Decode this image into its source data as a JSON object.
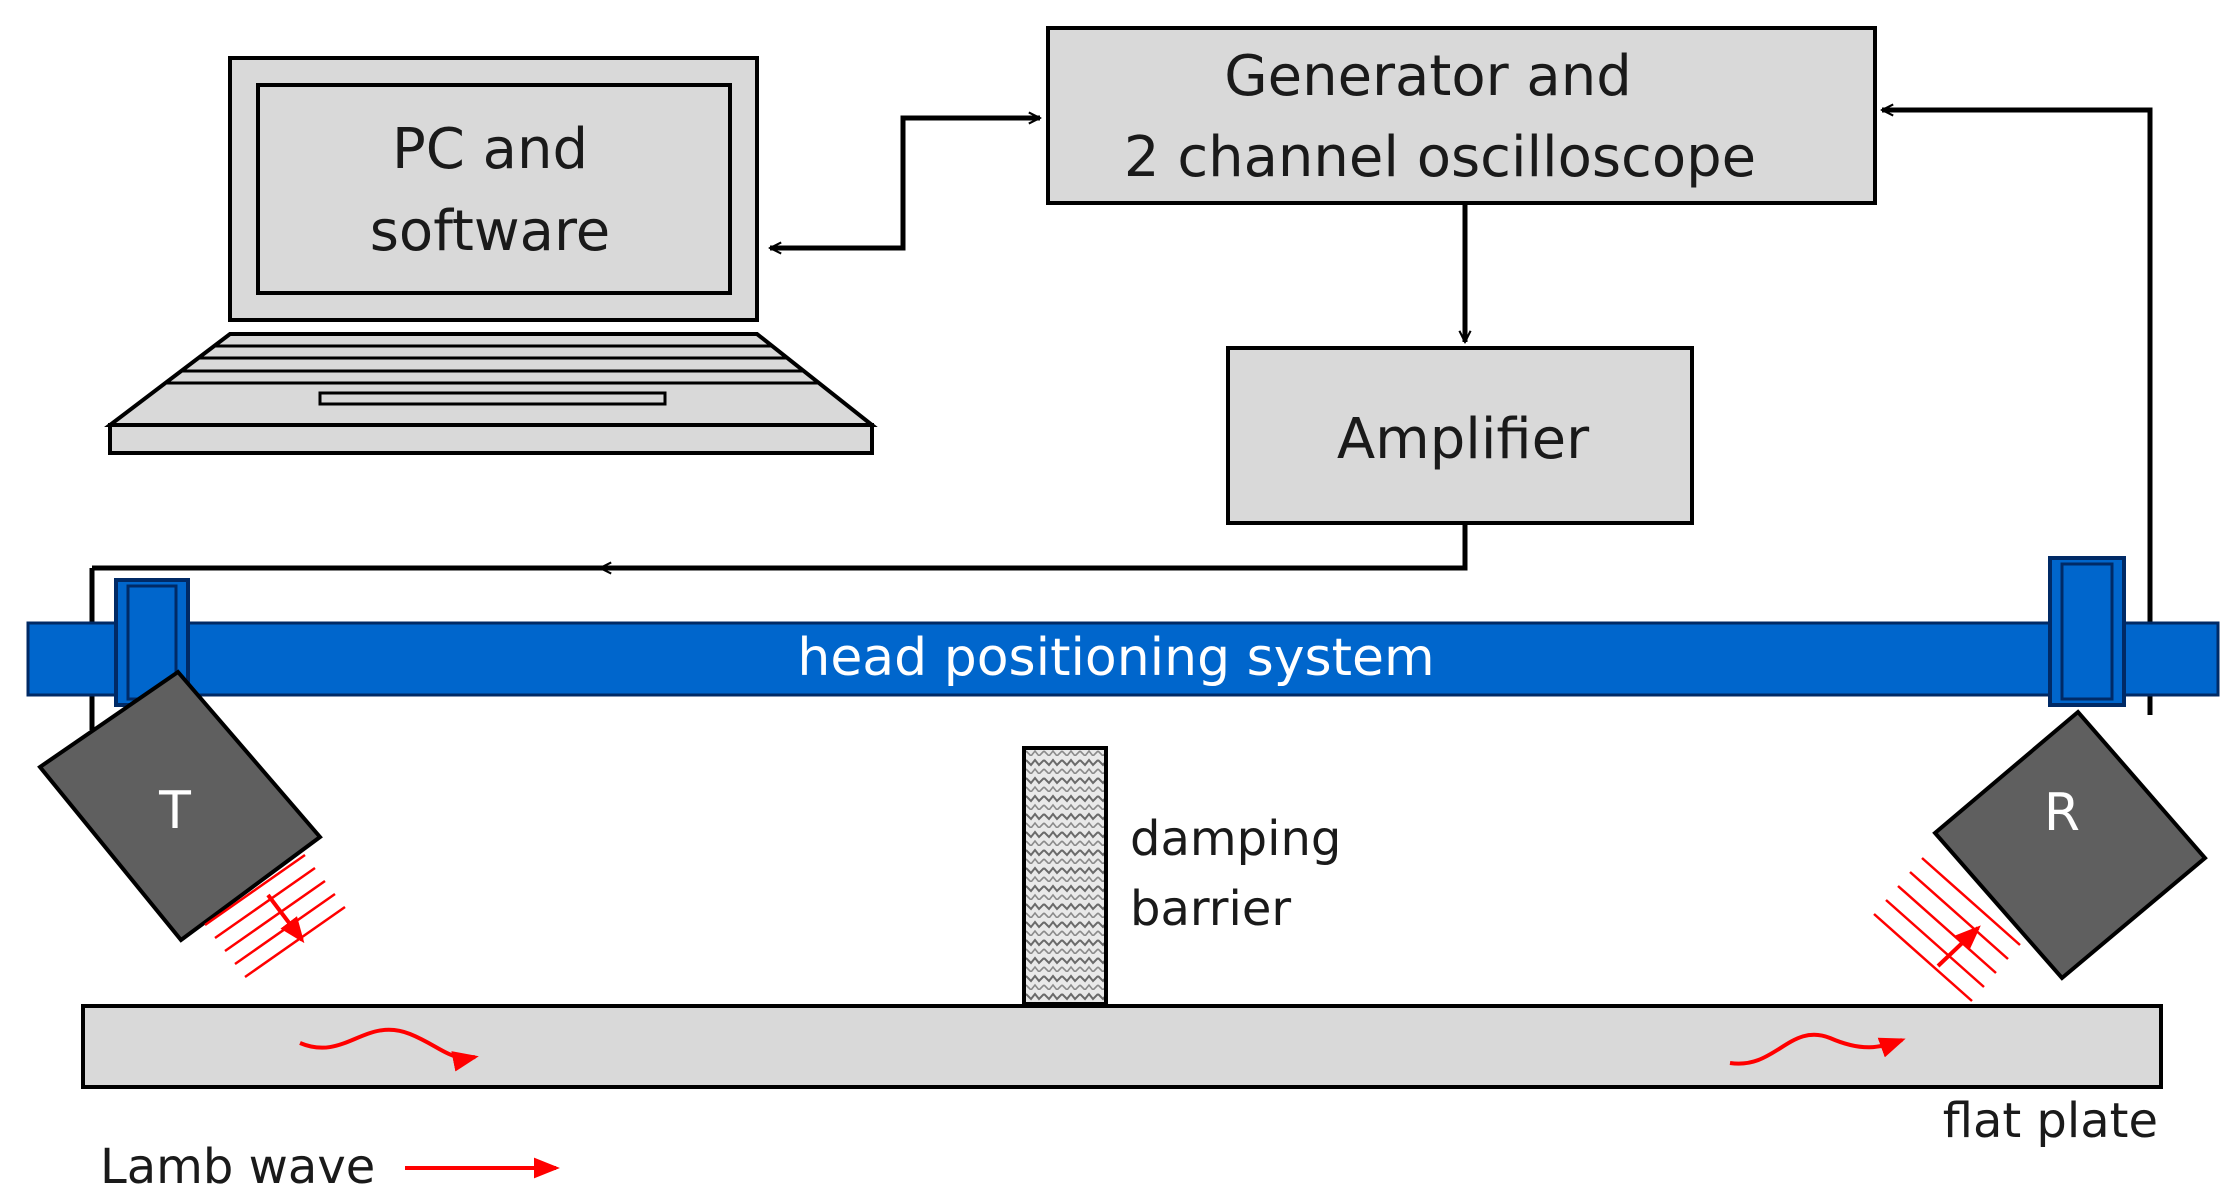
{
  "nodes": {
    "pc": {
      "line1": "PC and",
      "line2": "software"
    },
    "generator": {
      "line1": "Generator and",
      "line2": "2 channel oscilloscope"
    },
    "amplifier": {
      "label": "Amplifier"
    },
    "rail": {
      "label": "head positioning system"
    },
    "transmitter": {
      "label": "T"
    },
    "receiver": {
      "label": "R"
    },
    "barrier": {
      "line1": "damping",
      "line2": "barrier"
    },
    "plate": {
      "label": "flat plate"
    }
  },
  "legend": {
    "label": "Lamb wave"
  },
  "colors": {
    "box_fill": "#d9d9d9",
    "rail_blue": "#0066cc",
    "transducer_gray": "#5f5f5f",
    "wave_red": "#ff0000",
    "line": "#000000"
  }
}
